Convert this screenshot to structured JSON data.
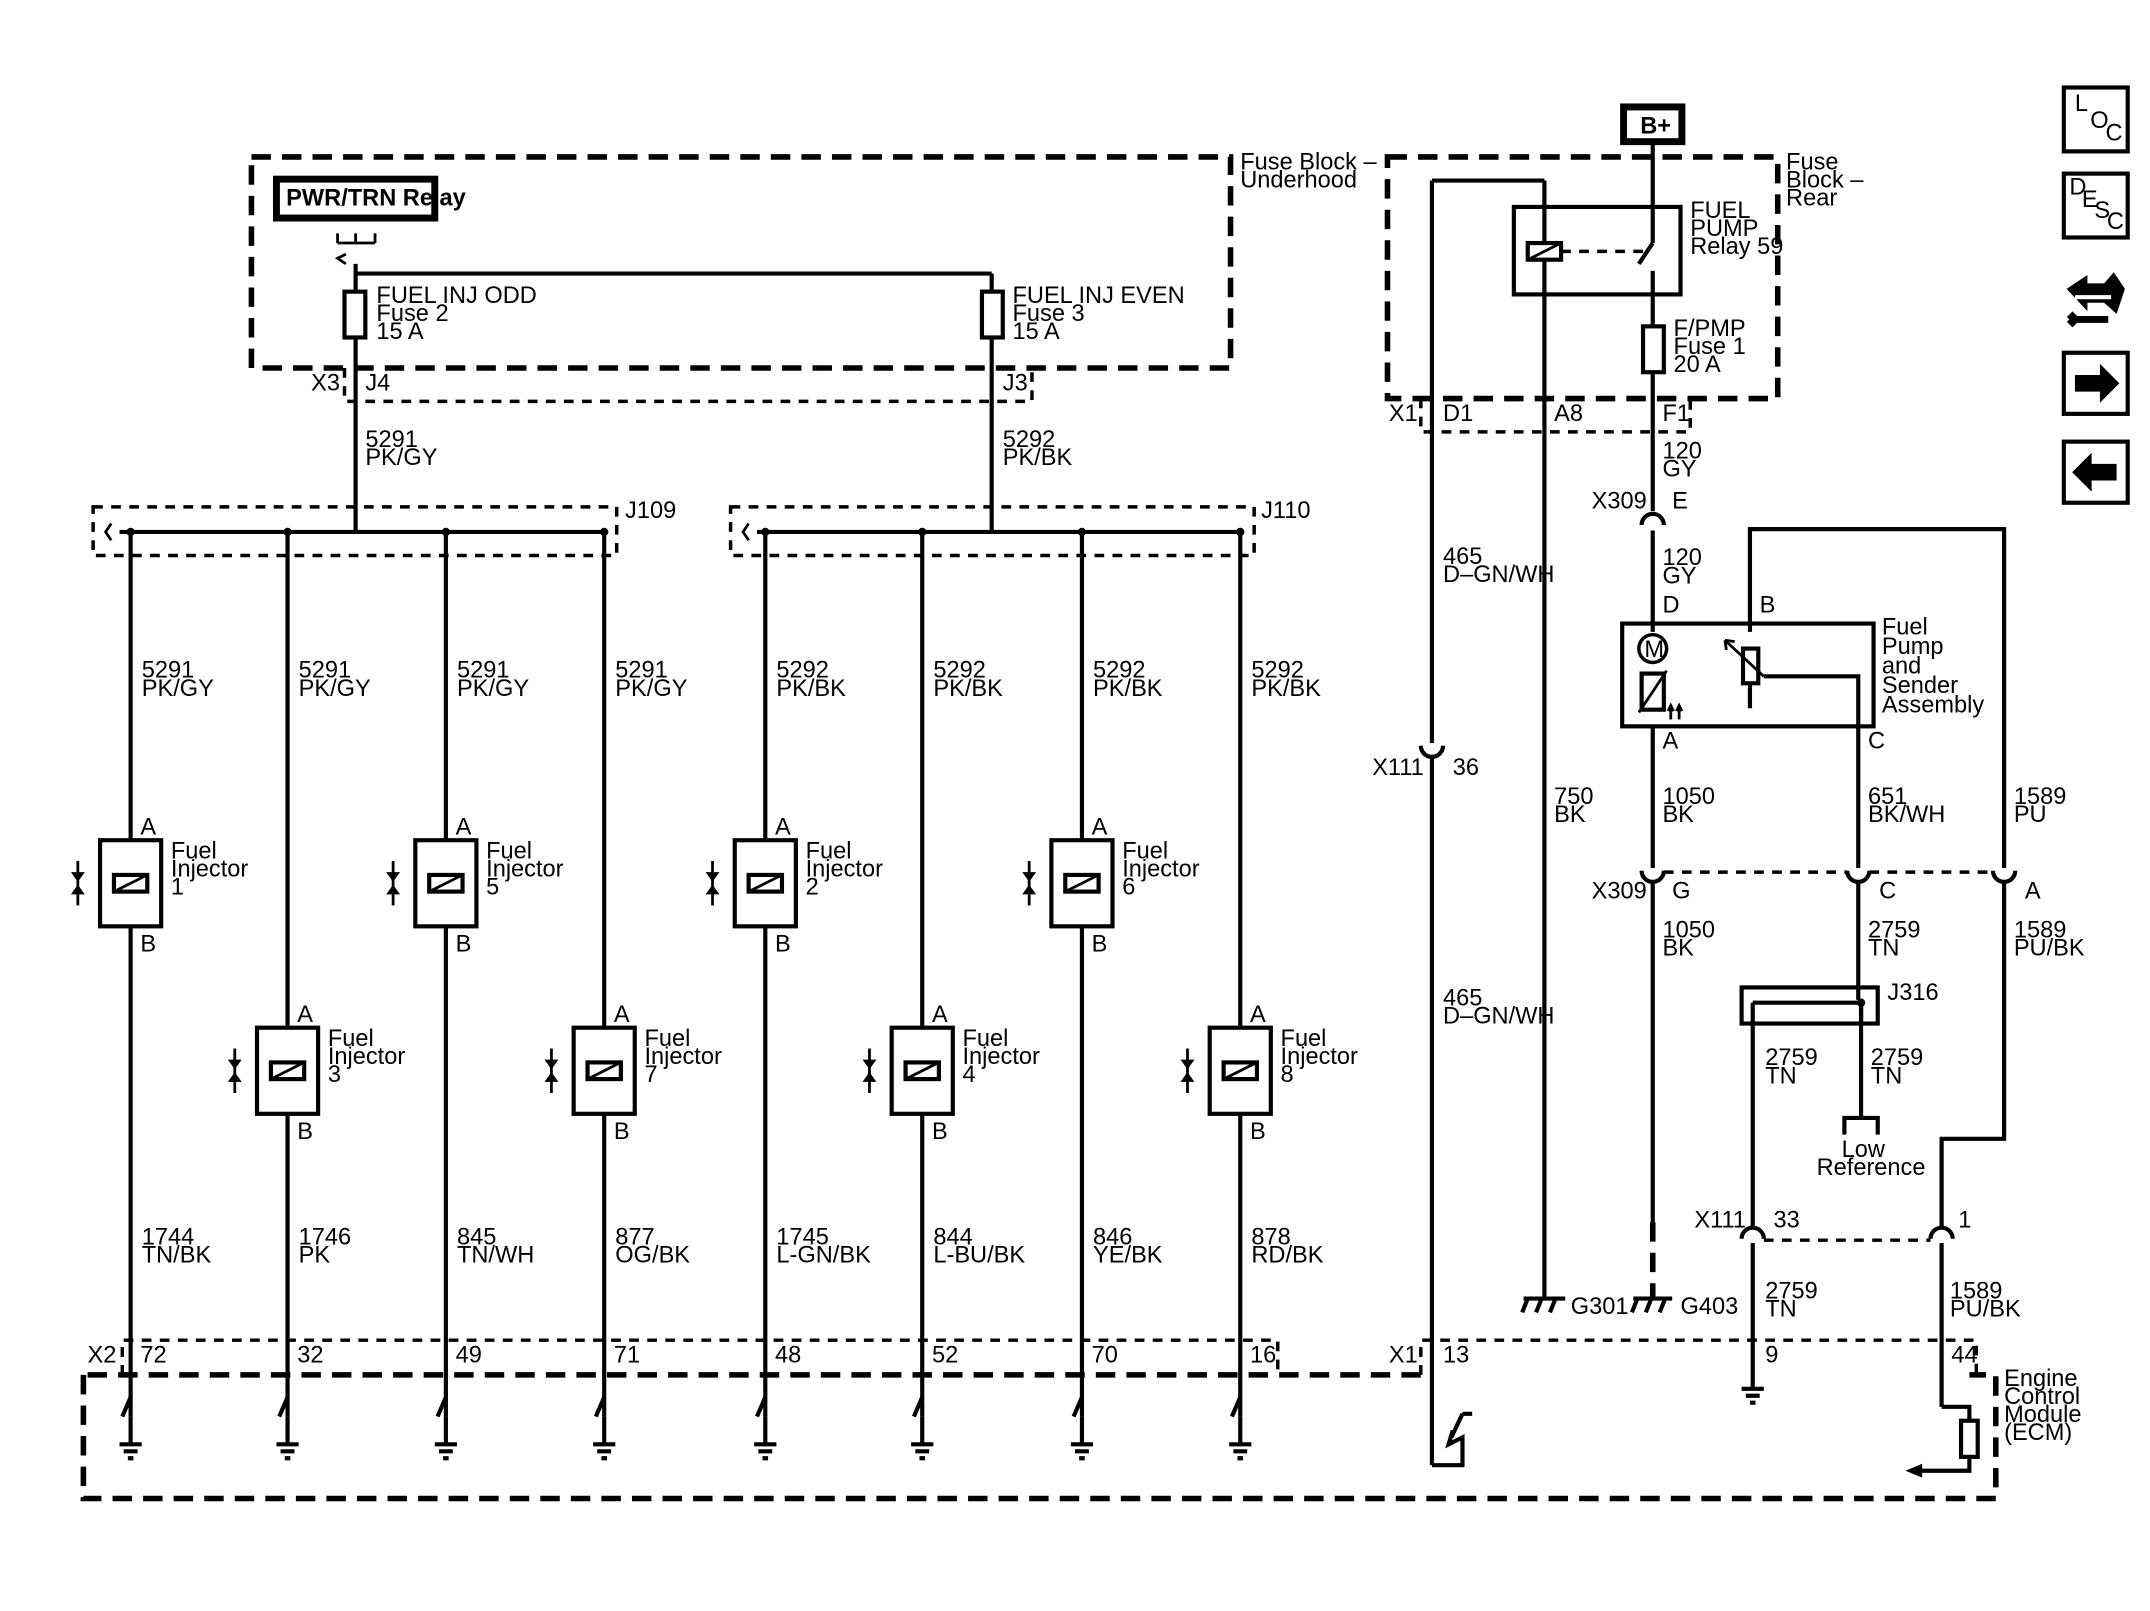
{
  "fuse_block_underhood": {
    "label_1": "Fuse Block –",
    "label_2": "Underhood",
    "relay": "PWR/TRN Relay",
    "fuse_odd": [
      "FUEL INJ ODD",
      "Fuse 2",
      "15 A"
    ],
    "fuse_even": [
      "FUEL INJ EVEN",
      "Fuse 3",
      "15 A"
    ],
    "connector": "X3",
    "pin_odd": "J4",
    "pin_even": "J3"
  },
  "feed_wires": {
    "odd": [
      "5291",
      "PK/GY"
    ],
    "even": [
      "5292",
      "PK/BK"
    ]
  },
  "splices": {
    "odd": "J109",
    "even": "J110"
  },
  "injectors": [
    {
      "num": "1",
      "feed": [
        "5291",
        "PK/GY"
      ],
      "ret": [
        "1744",
        "TN/BK"
      ],
      "pin": "72"
    },
    {
      "num": "3",
      "feed": [
        "5291",
        "PK/GY"
      ],
      "ret": [
        "1746",
        "PK"
      ],
      "pin": "32"
    },
    {
      "num": "5",
      "feed": [
        "5291",
        "PK/GY"
      ],
      "ret": [
        "845",
        "TN/WH"
      ],
      "pin": "49"
    },
    {
      "num": "7",
      "feed": [
        "5291",
        "PK/GY"
      ],
      "ret": [
        "877",
        "OG/BK"
      ],
      "pin": "71"
    },
    {
      "num": "2",
      "feed": [
        "5292",
        "PK/BK"
      ],
      "ret": [
        "1745",
        "L-GN/BK"
      ],
      "pin": "48"
    },
    {
      "num": "4",
      "feed": [
        "5292",
        "PK/BK"
      ],
      "ret": [
        "844",
        "L-BU/BK"
      ],
      "pin": "52"
    },
    {
      "num": "6",
      "feed": [
        "5292",
        "PK/BK"
      ],
      "ret": [
        "846",
        "YE/BK"
      ],
      "pin": "70"
    },
    {
      "num": "8",
      "feed": [
        "5292",
        "PK/BK"
      ],
      "ret": [
        "878",
        "RD/BK"
      ],
      "pin": "16"
    }
  ],
  "injector_label": [
    "Fuel",
    "Injector"
  ],
  "injector_pin_a": "A",
  "injector_pin_b": "B",
  "ecm": {
    "label": [
      "Engine",
      "Control",
      "Module",
      "(ECM)"
    ],
    "connector_x2": "X2",
    "connector_x1": "X1",
    "pin_13": "13",
    "pin_9": "9",
    "pin_44": "44"
  },
  "fuse_block_rear": {
    "battery": "B+",
    "label": [
      "Fuse",
      "Block –",
      "Rear"
    ],
    "relay": [
      "FUEL",
      "PUMP",
      "Relay 59"
    ],
    "fuse": [
      "F/PMP",
      "Fuse 1",
      "20 A"
    ],
    "connector": "X1",
    "pin_d1": "D1",
    "pin_a8": "A8",
    "pin_f1": "F1"
  },
  "fuel_pump": {
    "wire_120_a": [
      "120",
      "GY"
    ],
    "x309": "X309",
    "pin_e": "E",
    "wire_120_b": [
      "120",
      "GY"
    ],
    "pin_d": "D",
    "pin_b": "B",
    "assembly": [
      "Fuel",
      "Pump",
      "and",
      "Sender",
      "Assembly"
    ],
    "pin_a": "A",
    "pin_c": "C",
    "motor": "M"
  },
  "wires_right": {
    "w465_a": [
      "465",
      "D–GN/WH"
    ],
    "x111": "X111",
    "pin_36": "36",
    "w465_b": [
      "465",
      "D–GN/WH"
    ],
    "w750": [
      "750",
      "BK"
    ],
    "w1050_a": [
      "1050",
      "BK"
    ],
    "w651": [
      "651",
      "BK/WH"
    ],
    "w1589_a": [
      "1589",
      "PU"
    ],
    "x309_b": "X309",
    "pin_g": "G",
    "pin_c2": "C",
    "pin_a2": "A",
    "w1050_b": [
      "1050",
      "BK"
    ],
    "w2759_a": [
      "2759",
      "TN"
    ],
    "w1589_b": [
      "1589",
      "PU/BK"
    ],
    "j316": "J316",
    "w2759_b": [
      "2759",
      "TN"
    ],
    "w2759_c": [
      "2759",
      "TN"
    ],
    "low_ref": [
      "Low",
      "Reference"
    ],
    "x111_b": "X111",
    "pin_33": "33",
    "pin_1": "1",
    "w2759_d": [
      "2759",
      "TN"
    ],
    "w1589_c": [
      "1589",
      "PU/BK"
    ],
    "g301": "G301",
    "g403": "G403"
  },
  "nav": {
    "loc": [
      "L",
      "O",
      "C"
    ],
    "desc": [
      "D",
      "E",
      "S",
      "C"
    ]
  }
}
